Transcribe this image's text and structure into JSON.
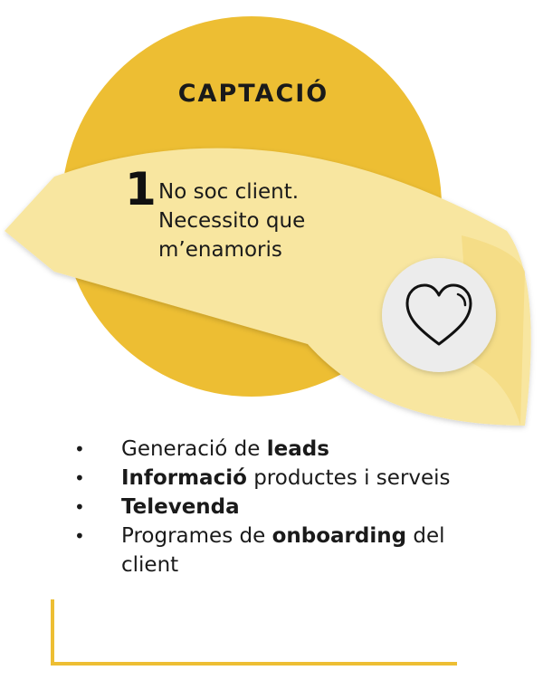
{
  "title": "CAPTACIÓ",
  "step": {
    "number": "1",
    "lines": [
      "No soc client.",
      "Necessito que",
      "m’enamoris"
    ]
  },
  "icon": {
    "name": "heart-icon"
  },
  "bullets": [
    {
      "parts": [
        {
          "text": "Generació de ",
          "bold": false
        },
        {
          "text": "leads",
          "bold": true
        }
      ]
    },
    {
      "parts": [
        {
          "text": "Informació",
          "bold": true
        },
        {
          "text": " productes i serveis",
          "bold": false
        }
      ]
    },
    {
      "parts": [
        {
          "text": "Televenda",
          "bold": true
        }
      ]
    },
    {
      "parts": [
        {
          "text": "Programes de ",
          "bold": false
        },
        {
          "text": "onboarding",
          "bold": true
        },
        {
          "text": " del client",
          "bold": false
        }
      ]
    }
  ],
  "colors": {
    "circle": "#EDBE33",
    "ribbon": "#F8E6A0",
    "ribbon_shadow": "#E6C55A",
    "accent_line": "#EDBE33",
    "text": "#1a1a1a"
  }
}
